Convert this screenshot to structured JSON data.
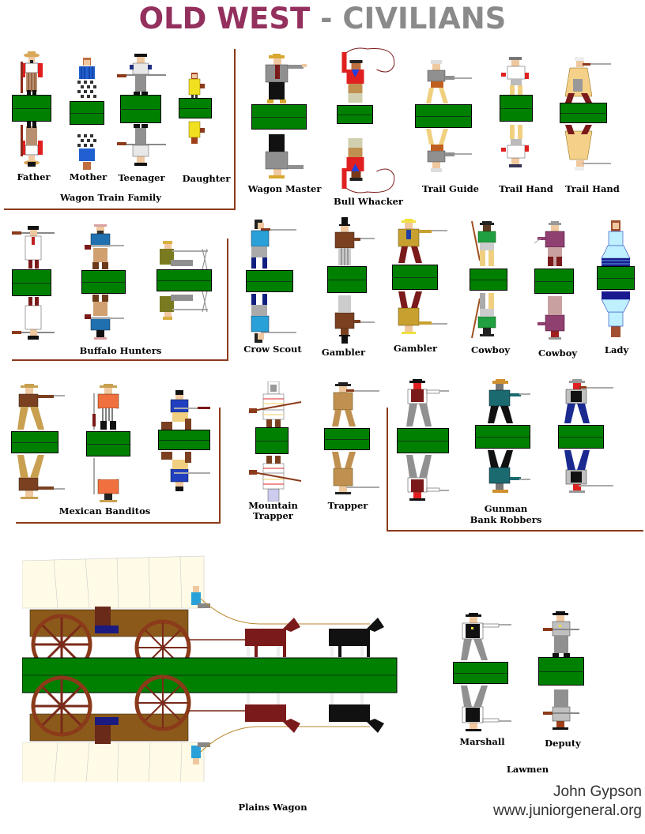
{
  "title": {
    "part1": "OLD WEST",
    "separator": "-",
    "part2": "CIVILIANS",
    "colors": {
      "part1": "#93305e",
      "part2": "#8a8a8a"
    }
  },
  "colors": {
    "base_green": "#008000",
    "divider_brown": "#8b3a1a"
  },
  "groups": [
    {
      "name": "Wagon Train Family",
      "figures": [
        "Father",
        "Mother",
        "Teenager",
        "Daughter"
      ]
    },
    {
      "name": "",
      "figures": [
        "Wagon Master",
        "Bull Whacker",
        "Trail Guide",
        "Trail Hand",
        "Trail Hand"
      ]
    },
    {
      "name": "Buffalo Hunters",
      "figures": [
        "",
        "",
        ""
      ]
    },
    {
      "name": "",
      "figures": [
        "Crow Scout",
        "Gambler",
        "Gambler",
        "Cowboy",
        "Cowboy",
        "Lady"
      ]
    },
    {
      "name": "Mexican Banditos",
      "figures": [
        "",
        "",
        ""
      ]
    },
    {
      "name": "",
      "figures": [
        "Mountain Trapper",
        "Trapper"
      ]
    },
    {
      "name": "Gunman Bank Robbers",
      "name_line1": "Gunman",
      "name_line2": "Bank Robbers",
      "figures": [
        "",
        "",
        ""
      ]
    },
    {
      "name": "Plains Wagon",
      "figures": [
        "Plains Wagon"
      ]
    },
    {
      "name": "Lawmen",
      "figures": [
        "Marshall",
        "Deputy"
      ]
    }
  ],
  "labels": {
    "father": "Father",
    "mother": "Mother",
    "teenager": "Teenager",
    "daughter": "Daughter",
    "wagon_train_family": "Wagon Train Family",
    "wagon_master": "Wagon Master",
    "bull_whacker": "Bull Whacker",
    "trail_guide": "Trail Guide",
    "trail_hand_1": "Trail Hand",
    "trail_hand_2": "Trail Hand",
    "buffalo_hunters": "Buffalo Hunters",
    "crow_scout": "Crow Scout",
    "gambler_1": "Gambler",
    "gambler_2": "Gambler",
    "cowboy_1": "Cowboy",
    "cowboy_2": "Cowboy",
    "lady": "Lady",
    "mexican_banditos": "Mexican Banditos",
    "mountain_trapper_1": "Mountain",
    "mountain_trapper_2": "Trapper",
    "trapper": "Trapper",
    "gunman": "Gunman",
    "bank_robbers": "Bank Robbers",
    "plains_wagon": "Plains Wagon",
    "marshall": "Marshall",
    "deputy": "Deputy",
    "lawmen": "Lawmen"
  },
  "credit": {
    "author": "John Gypson",
    "site": "www.juniorgeneral.org"
  }
}
